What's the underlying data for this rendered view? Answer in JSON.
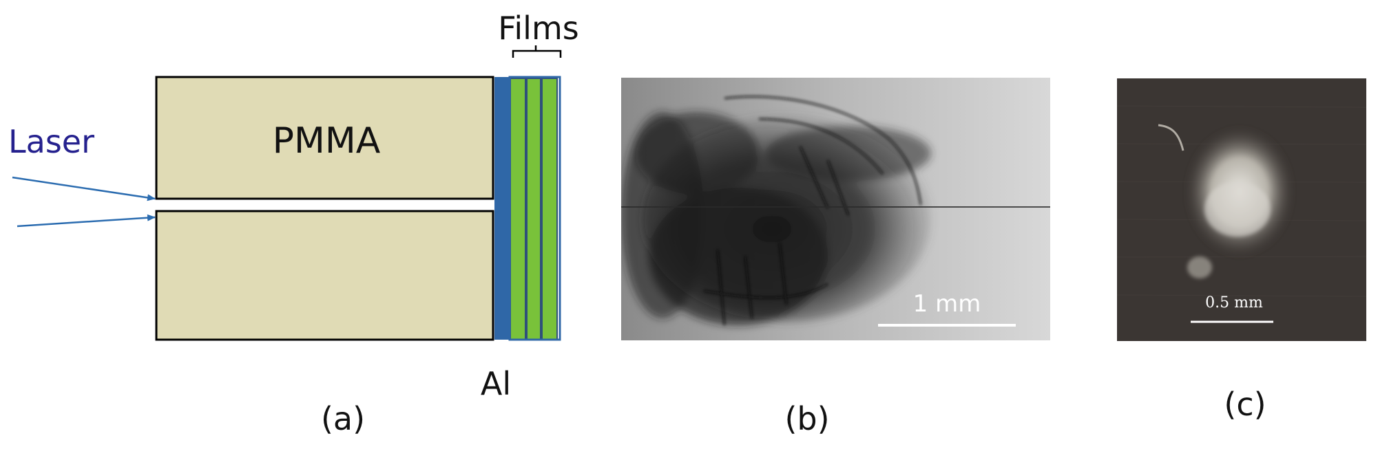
{
  "panel_a": {
    "laser_label": "Laser",
    "pmma_label": "PMMA",
    "films_label": "Films",
    "al_label": "Al",
    "caption": "(a)",
    "colors": {
      "pmma": "#e0dbb5",
      "aluminum": "#2f67a7",
      "film": "#79c23a",
      "laser": "#2b6cb0",
      "laser_text": "#25218e"
    }
  },
  "panel_b": {
    "scale_label": "1 mm",
    "caption": "(b)"
  },
  "panel_c": {
    "scale_label": "0.5 mm",
    "caption": "(c)"
  }
}
